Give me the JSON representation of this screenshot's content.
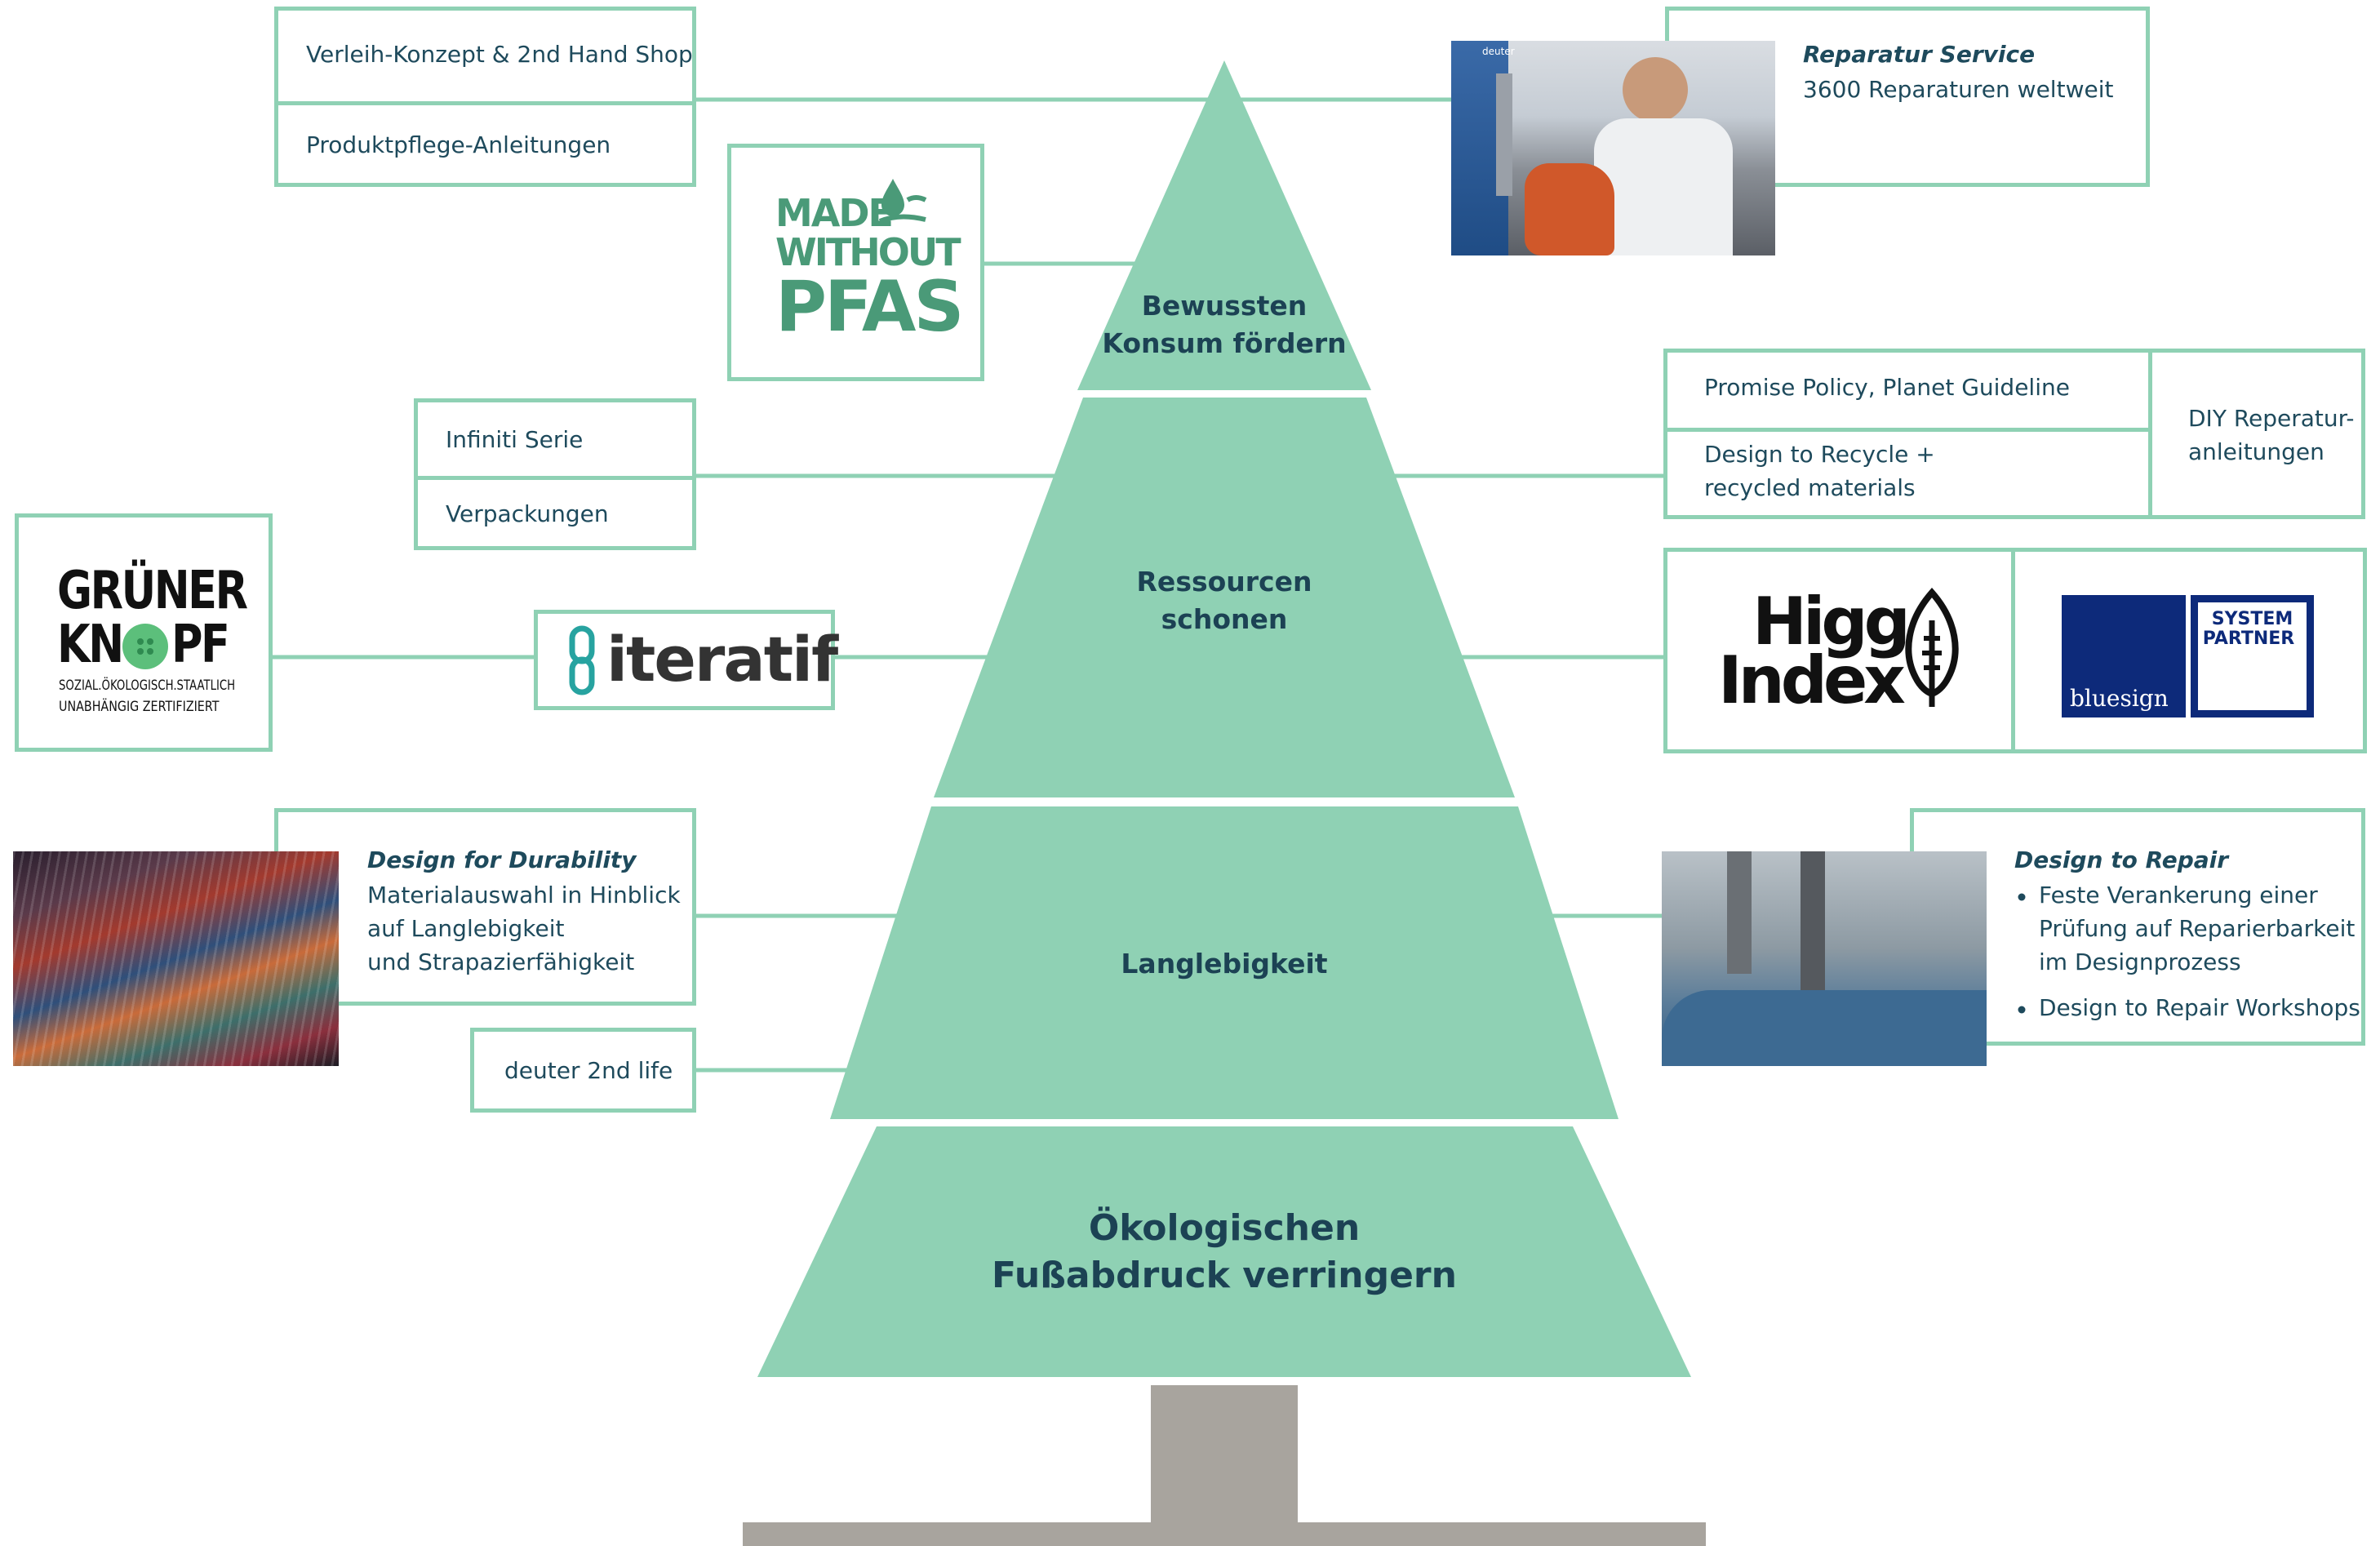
{
  "colors": {
    "accent_green": "#8fd1b4",
    "text_dark": "#1e4a5c",
    "trunk_gray": "#a8a49e",
    "bluesign_blue": "#0d2a7a",
    "pfas_green": "#4a9a78",
    "iteratif_teal": "#27a3a0"
  },
  "tree_levels": {
    "top_line1": "Bewussten",
    "top_line2": "Konsum fördern",
    "second_line1": "Ressourcen",
    "second_line2": "schonen",
    "third": "Langlebigkeit",
    "bottom_line1": "Ökologischen",
    "bottom_line2": "Fußabdruck verringern"
  },
  "left_boxes": {
    "verleih": "Verleih-Konzept & 2nd Hand Shop",
    "produktpflege": "Produktpflege-Anleitungen",
    "infiniti": "Infiniti Serie",
    "verpackungen": "Verpackungen",
    "durability_title": "Design for Durability",
    "durability_line1": "Materialauswahl in Hinblick",
    "durability_line2": "auf Langlebigkeit",
    "durability_line3": "und Strapazierfähigkeit",
    "second_life": "deuter 2nd life"
  },
  "right_boxes": {
    "repair_title": "Reparatur Service",
    "repair_sub": "3600 Reparaturen weltweit",
    "promise": "Promise Policy, Planet Guideline",
    "recycle_line1": "Design to Recycle +",
    "recycle_line2": "recycled materials",
    "diy_line1": "DIY Reperatur-",
    "diy_line2": "anleitungen",
    "design_repair_title": "Design to Repair",
    "design_repair_b1_line1": "Feste Verankerung einer",
    "design_repair_b1_line2": "Prüfung auf Reparierbarkeit",
    "design_repair_b1_line3": "im Designprozess",
    "design_repair_b2": "Design to Repair Workshops"
  },
  "logos": {
    "pfas_line1": "MADE",
    "pfas_line2": "WITHOUT",
    "pfas_line3": "PFAS",
    "gk_line1": "GRÜNER",
    "gk_line2_a": "KN",
    "gk_line2_b": "PF",
    "gk_sub1": "SOZIAL.ÖKOLOGISCH.STAATLICH",
    "gk_sub2": "UNABHÄNGIG ZERTIFIZIERT",
    "iteratif": "iteratif",
    "higg_line1": "Higg",
    "higg_line2": "Index",
    "bluesign_system": "SYSTEM",
    "bluesign_partner": "PARTNER",
    "bluesign_word": "bluesign",
    "deuter_tag": "deuter"
  },
  "icons": {
    "pfas_drop": "water-drop-icon",
    "gk_button": "button-icon",
    "iteratif_mark": "chain-link-icon",
    "higg_leaf": "leaf-icon",
    "bullet": "bullet-icon"
  }
}
